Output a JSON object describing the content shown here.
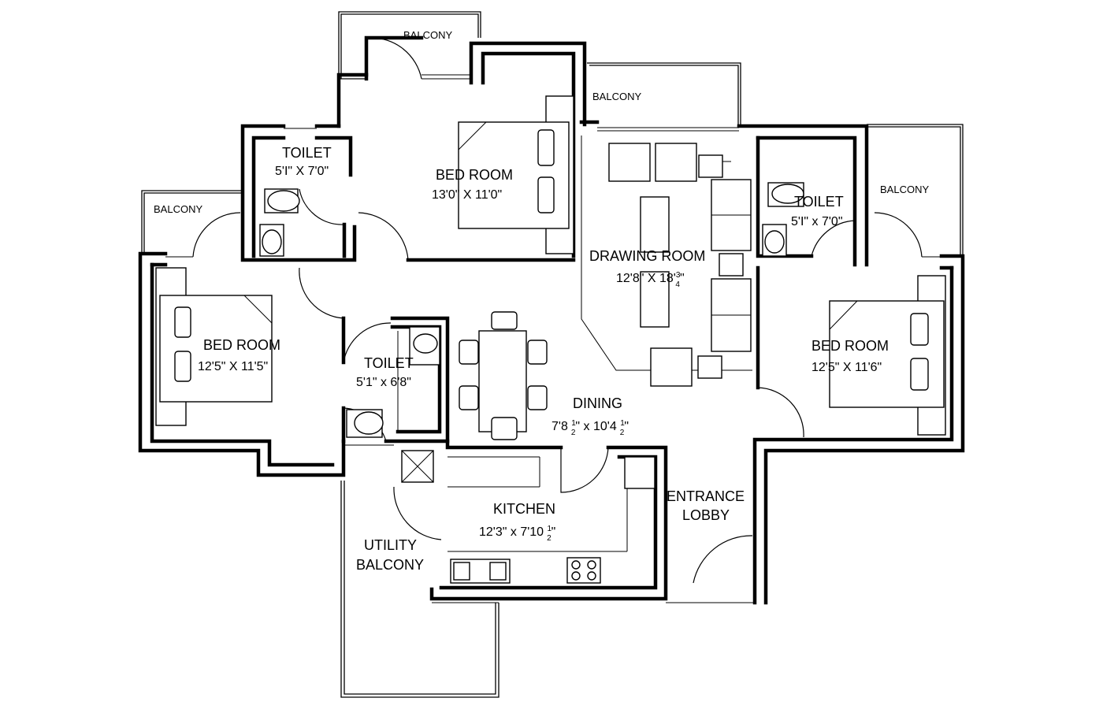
{
  "rooms": {
    "balcony_top": "BALCONY",
    "balcony_top_right": "BALCONY",
    "balcony_right": "BALCONY",
    "balcony_left": "BALCONY",
    "toilet_left": {
      "name": "TOILET",
      "dim": "5'I\" X 7'0\""
    },
    "bed_top": {
      "name": "BED ROOM",
      "dim": "13'0\" X  11'0\""
    },
    "drawing": {
      "name": "DRAWING ROOM",
      "dim_main": "12'8\" X 18'",
      "dim_frac_num": "3",
      "dim_frac_den": "4",
      "dim_end": "\""
    },
    "toilet_right": {
      "name": "TOILET",
      "dim": "5'I\" x 7'0\""
    },
    "bed_left": {
      "name": "BED ROOM",
      "dim": "12'5\" X  11'5\""
    },
    "toilet_mid": {
      "name": "TOILET",
      "dim": "5'1\" x 6'8\""
    },
    "bed_right": {
      "name": "BED ROOM",
      "dim": "12'5\" X 11'6\""
    },
    "dining": {
      "name": "DINING",
      "dim_a": "7'8 ",
      "frac_num": "1",
      "frac_den": "2",
      "dim_b": "\" x 10'4 ",
      "dim_end": "\""
    },
    "kitchen": {
      "name": "KITCHEN",
      "dim_a": "12'3\" x 7'10 ",
      "frac_num": "1",
      "frac_den": "2",
      "dim_end": "\""
    },
    "entrance": {
      "line1": "ENTRANCE",
      "line2": "LOBBY"
    },
    "utility": {
      "line1": "UTILITY",
      "line2": "BALCONY"
    }
  }
}
